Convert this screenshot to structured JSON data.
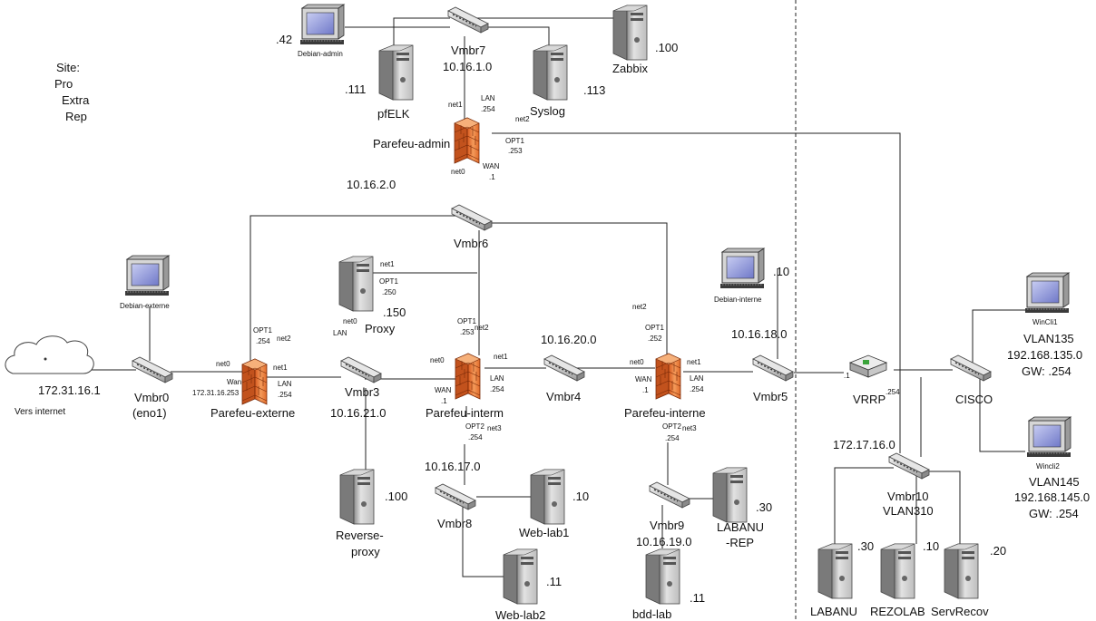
{
  "site": {
    "title": "Site:",
    "lines": [
      "Pro",
      "Extra",
      "Rep"
    ]
  },
  "cloud": {
    "ip": "172.31.16.1",
    "label": "Vers internet",
    "label_color": "#5a2a1a"
  },
  "switches": {
    "vmbr0": {
      "label": "Vmbr0",
      "sub": "(eno1)"
    },
    "vmbr3": {
      "label": "Vmbr3",
      "net": "10.16.21.0"
    },
    "vmbr4": {
      "label": "Vmbr4",
      "net": "10.16.20.0"
    },
    "vmbr5": {
      "label": "Vmbr5",
      "net": "10.16.18.0"
    },
    "vmbr6": {
      "label": "Vmbr6",
      "net": "10.16.2.0"
    },
    "vmbr7": {
      "label": "Vmbr7",
      "net": "10.16.1.0"
    },
    "vmbr8": {
      "label": "Vmbr8",
      "net": "10.16.17.0"
    },
    "vmbr9": {
      "label": "Vmbr9",
      "net": "10.16.19.0"
    },
    "vmbr10": {
      "label": "Vmbr10",
      "sub": "VLAN310",
      "net": "172.17.16.0"
    },
    "cisco": {
      "label": "CISCO"
    }
  },
  "firewalls": {
    "externe": {
      "label": "Parefeu-externe"
    },
    "interm": {
      "label": "Parefeu-interm"
    },
    "interne": {
      "label": "Parefeu-interne"
    },
    "admin": {
      "label": "Parefeu-admin"
    }
  },
  "servers": {
    "pfelk": {
      "label": "pfELK",
      "ip": ".111"
    },
    "syslog": {
      "label": "Syslog",
      "ip": ".113"
    },
    "zabbix": {
      "label": "Zabbix",
      "ip": ".100"
    },
    "proxy": {
      "label": "Proxy",
      "ip": ".150"
    },
    "reverse": {
      "label": "Reverse-",
      "label2": "proxy",
      "ip": ".100"
    },
    "weblab1": {
      "label": "Web-lab1",
      "ip": ".10"
    },
    "weblab2": {
      "label": "Web-lab2",
      "ip": ".11"
    },
    "labanurep": {
      "label": "LABANU",
      "label2": "-REP",
      "ip": ".30"
    },
    "bddlab": {
      "label": "bdd-lab",
      "ip": ".11"
    },
    "labanu": {
      "label": "LABANU",
      "ip": ".30"
    },
    "rezolab": {
      "label": "REZOLAB",
      "ip": ".10"
    },
    "servrecov": {
      "label": "ServRecov",
      "ip": ".20"
    }
  },
  "computers": {
    "debian_admin": {
      "label": "Debian-admin",
      "ip": ".42"
    },
    "debian_externe": {
      "label": "Debian-externe"
    },
    "debian_interne": {
      "label": "Debian-interne",
      "ip": ".10"
    },
    "wincli1": {
      "label": "WinCli1",
      "vlan": "VLAN135",
      "net": "192.168.135.0",
      "gw": "GW: .254"
    },
    "wincli2": {
      "label": "Wincli2",
      "vlan": "VLAN145",
      "net": "192.168.145.0",
      "gw": "GW: .254"
    }
  },
  "vrrp": {
    "label": "VRRP",
    "ip_left": ".1",
    "ip_right": ".254"
  },
  "ports": {
    "admin_net1": "net1",
    "admin_lan": "LAN",
    "admin_lan_ip": ".254",
    "admin_net2": "net2",
    "admin_opt1": "OPT1",
    "admin_opt1_ip": ".253",
    "admin_net0": "net0",
    "admin_wan": "WAN",
    "admin_wan_ip": ".1",
    "ext_opt1": "OPT1",
    "ext_opt1_ip": ".254",
    "ext_net2": "net2",
    "ext_net0": "net0",
    "ext_wan": "Wan",
    "ext_wan_ip": "172.31.16.253",
    "ext_net1": "net1",
    "ext_lan": "LAN",
    "ext_lan_ip": ".254",
    "proxy_net1": "net1",
    "proxy_opt1": "OPT1",
    "proxy_opt1_ip": ".250",
    "proxy_net0": "net0",
    "proxy_lan": "LAN",
    "int_opt1": "OPT1",
    "int_net2": "net2",
    "int_opt1_ip": ".253",
    "int_net0": "net0",
    "int_net1": "net1",
    "int_lan": "LAN",
    "int_lan_ip": ".254",
    "int_wan": "WAN",
    "int_wan_ip": ".1",
    "int_opt2": "OPT2",
    "int_net3": "net3",
    "int_opt2_ip": ".254",
    "in_net2": "net2",
    "in_opt1": "OPT1",
    "in_opt1_ip": ".252",
    "in_net0": "net0",
    "in_net1": "net1",
    "in_wan": "WAN",
    "in_wan_ip": ".1",
    "in_lan": "LAN",
    "in_lan_ip": ".254",
    "in_opt2": "OPT2",
    "in_net3": "net3",
    "in_opt2_ip": ".254"
  }
}
